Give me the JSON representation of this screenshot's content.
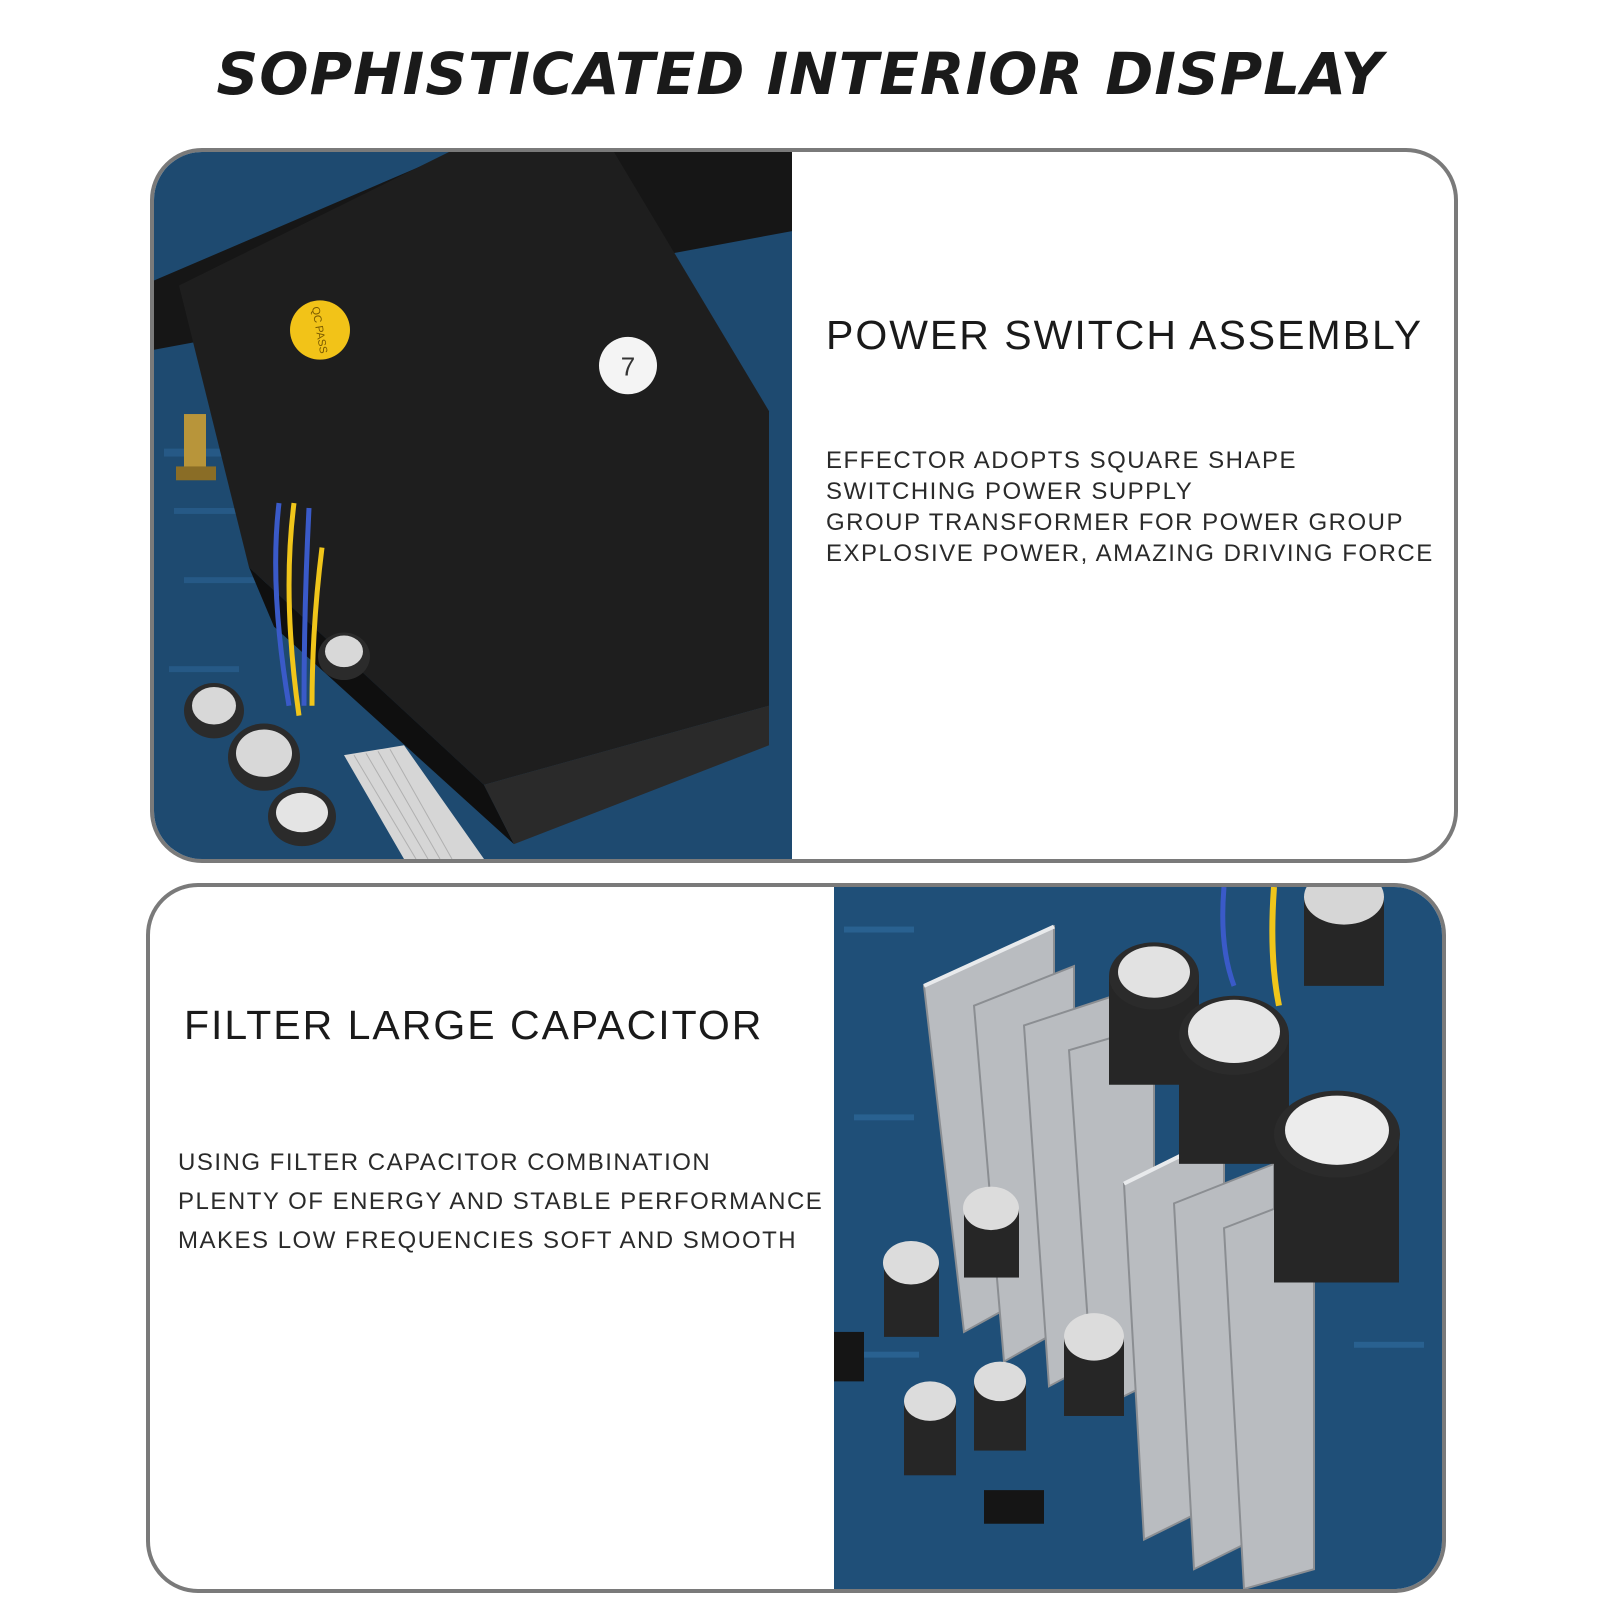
{
  "page": {
    "title": "SOPHISTICATED INTERIOR DISPLAY"
  },
  "sections": [
    {
      "heading": "POWER SWITCH ASSEMBLY",
      "lines": [
        "EFFECTOR ADOPTS SQUARE SHAPE",
        "SWITCHING POWER SUPPLY",
        "GROUP TRANSFORMER FOR POWER GROUP",
        "EXPLOSIVE POWER, AMAZING DRIVING FORCE"
      ],
      "photo_subject": "black transformer box on blue circuit board",
      "sticker_text": "QC PASS",
      "label_number": "7"
    },
    {
      "heading": "FILTER LARGE CAPACITOR",
      "lines": [
        "USING FILTER CAPACITOR COMBINATION",
        "PLENTY OF ENERGY AND STABLE PERFORMANCE",
        "MAKES LOW FREQUENCIES SOFT AND SMOOTH"
      ],
      "photo_subject": "aluminum heat sinks and electrolytic capacitors on blue circuit board"
    }
  ],
  "colors": {
    "panel_border": "#7a7a7a",
    "pcb_blue": "#1f4f78",
    "transformer_black": "#1c1c1c",
    "sticker_yellow": "#f2c318"
  }
}
